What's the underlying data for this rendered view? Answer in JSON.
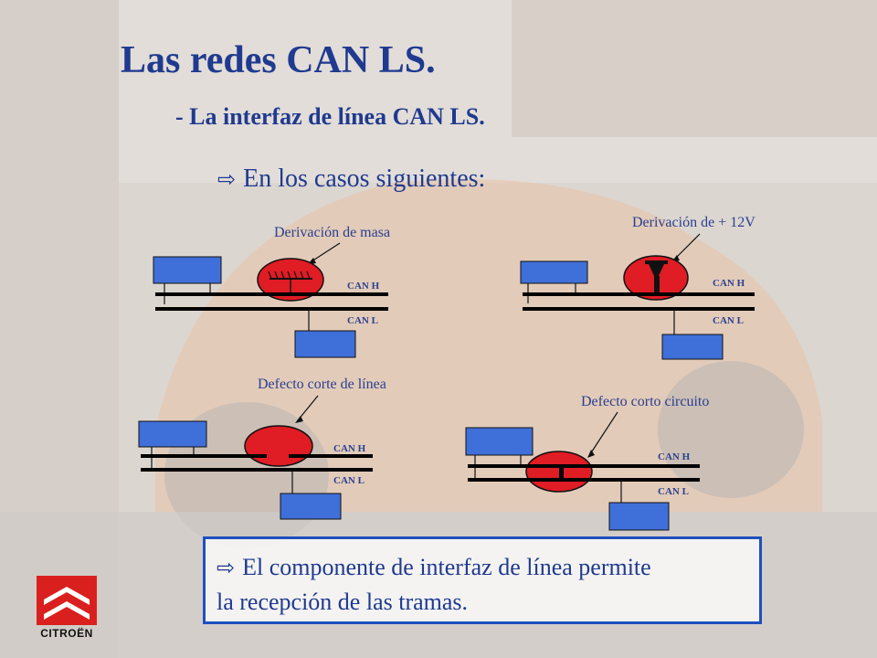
{
  "slide": {
    "title": "Las redes CAN LS.",
    "subtitle": "- La interfaz de línea CAN LS.",
    "bullet_glyph": "⇨",
    "bullet_text": "En los casos siguientes:"
  },
  "diagrams": [
    {
      "id": "ground",
      "caption": "Derivación de masa",
      "label_high": "CAN H",
      "label_low": "CAN L"
    },
    {
      "id": "plus12",
      "caption": "Derivación de + 12V",
      "label_high": "CAN H",
      "label_low": "CAN L"
    },
    {
      "id": "break",
      "caption": "Defecto corte de línea",
      "label_high": "CAN H",
      "label_low": "CAN L"
    },
    {
      "id": "short",
      "caption": "Defecto corto circuito",
      "label_high": "CAN H",
      "label_low": "CAN L"
    }
  ],
  "info_box": {
    "glyph": "⇨",
    "text_line1": "El componente de interfaz de línea permite",
    "text_line2": "la recepción de las tramas."
  },
  "logo": {
    "brand": "CITROËN"
  },
  "colors": {
    "title": "#1f3a8f",
    "node_fill": "#3f6fd8",
    "fault_fill": "#e01c24",
    "box_border": "#1f4fbf"
  }
}
